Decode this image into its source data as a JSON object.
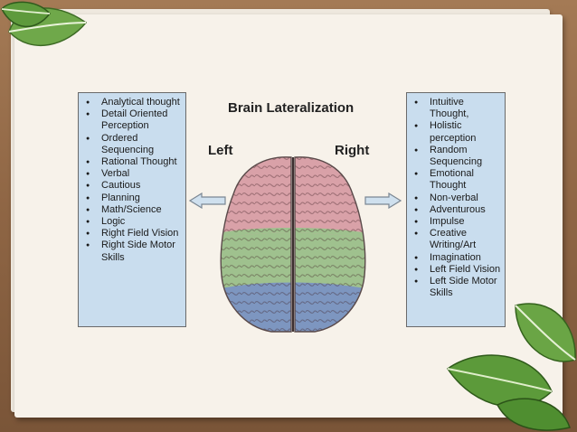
{
  "slide": {
    "title": "Brain Lateralization",
    "left_label": "Left",
    "right_label": "Right"
  },
  "left_traits": [
    "Analytical thought",
    "Detail Oriented Perception",
    "Ordered Sequencing",
    "Rational Thought",
    "Verbal",
    "Cautious",
    "Planning",
    "Math/Science",
    "Logic",
    "Right Field Vision",
    "Right Side Motor Skills"
  ],
  "right_traits": [
    "Intuitive Thought,",
    "Holistic perception",
    "Random Sequencing",
    "Emotional Thought",
    "Non-verbal",
    "Adventurous",
    "Impulse",
    "Creative Writing/Art",
    "Imagination",
    "Left Field Vision",
    "Left Side Motor Skills"
  ],
  "colors": {
    "panel_fill": "#c9ddee",
    "frontal_lobe": "#d9a1a8",
    "parietal_lobe": "#9fc18e",
    "occipital_lobe": "#7d96c0",
    "background": "#8e6544",
    "slide": "#f7f2ea"
  },
  "icons": [
    "leaf-icon",
    "arrow-left-icon",
    "arrow-right-icon",
    "brain-illustration"
  ]
}
